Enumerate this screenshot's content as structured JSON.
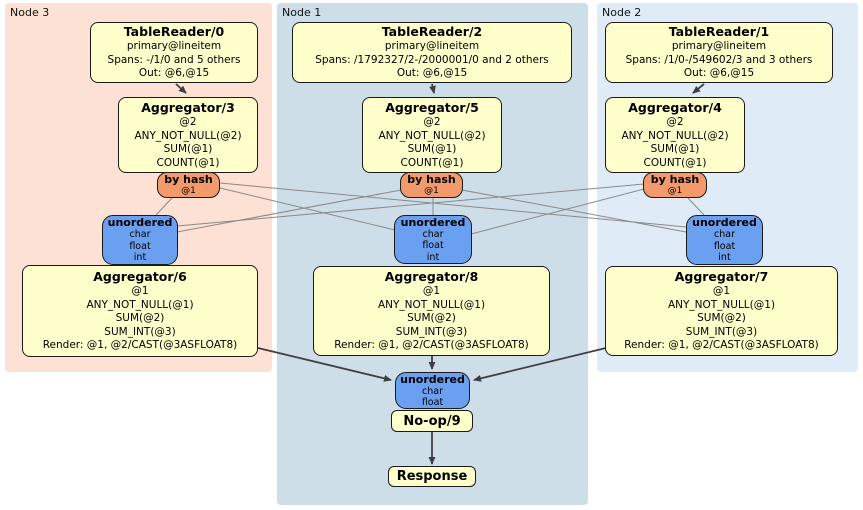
{
  "regions": {
    "node3": {
      "label": "Node 3"
    },
    "node1": {
      "label": "Node 1"
    },
    "node2": {
      "label": "Node 2"
    }
  },
  "nodes": {
    "tablereader0": {
      "title": "TableReader/0",
      "lines": [
        "primary@lineitem",
        "Spans: -/1/0 and 5 others",
        "Out: @6,@15"
      ]
    },
    "tablereader2": {
      "title": "TableReader/2",
      "lines": [
        "primary@lineitem",
        "Spans: /1792327/2-/2000001/0 and 2 others",
        "Out: @6,@15"
      ]
    },
    "tablereader1": {
      "title": "TableReader/1",
      "lines": [
        "primary@lineitem",
        "Spans: /1/0-/549602/3 and 3 others",
        "Out: @6,@15"
      ]
    },
    "aggregator3": {
      "title": "Aggregator/3",
      "lines": [
        "@2",
        "ANY_NOT_NULL(@2)",
        "SUM(@1)",
        "COUNT(@1)"
      ]
    },
    "aggregator5": {
      "title": "Aggregator/5",
      "lines": [
        "@2",
        "ANY_NOT_NULL(@2)",
        "SUM(@1)",
        "COUNT(@1)"
      ]
    },
    "aggregator4": {
      "title": "Aggregator/4",
      "lines": [
        "@2",
        "ANY_NOT_NULL(@2)",
        "SUM(@1)",
        "COUNT(@1)"
      ]
    },
    "byhash3": {
      "title": "by hash",
      "sub": "@1"
    },
    "byhash5": {
      "title": "by hash",
      "sub": "@1"
    },
    "byhash4": {
      "title": "by hash",
      "sub": "@1"
    },
    "unordered3": {
      "title": "unordered",
      "lines": [
        "char",
        "float",
        "int"
      ]
    },
    "unordered5": {
      "title": "unordered",
      "lines": [
        "char",
        "float",
        "int"
      ]
    },
    "unordered4": {
      "title": "unordered",
      "lines": [
        "char",
        "float",
        "int"
      ]
    },
    "aggregator6": {
      "title": "Aggregator/6",
      "lines": [
        "@1",
        "ANY_NOT_NULL(@1)",
        "SUM(@2)",
        "SUM_INT(@3)",
        "Render: @1, @2/CAST(@3ASFLOAT8)"
      ]
    },
    "aggregator8": {
      "title": "Aggregator/8",
      "lines": [
        "@1",
        "ANY_NOT_NULL(@1)",
        "SUM(@2)",
        "SUM_INT(@3)",
        "Render: @1, @2/CAST(@3ASFLOAT8)"
      ]
    },
    "aggregator7": {
      "title": "Aggregator/7",
      "lines": [
        "@1",
        "ANY_NOT_NULL(@1)",
        "SUM(@2)",
        "SUM_INT(@3)",
        "Render: @1, @2/CAST(@3ASFLOAT8)"
      ]
    },
    "unordered9": {
      "title": "unordered",
      "lines": [
        "char",
        "float"
      ]
    },
    "noop9": {
      "title": "No-op/9"
    },
    "response": {
      "title": "Response"
    }
  },
  "colors": {
    "node3_bg": "#fce1d4",
    "node1_bg": "#cddee9",
    "node2_bg": "#dfecf7",
    "processor_bg": "#ffffcc",
    "router_bg": "#f39a6d",
    "sync_bg": "#6b9ff0",
    "border": "#1a1a1a",
    "edge": "#3f3f3f",
    "link": "#8a8a8a"
  }
}
